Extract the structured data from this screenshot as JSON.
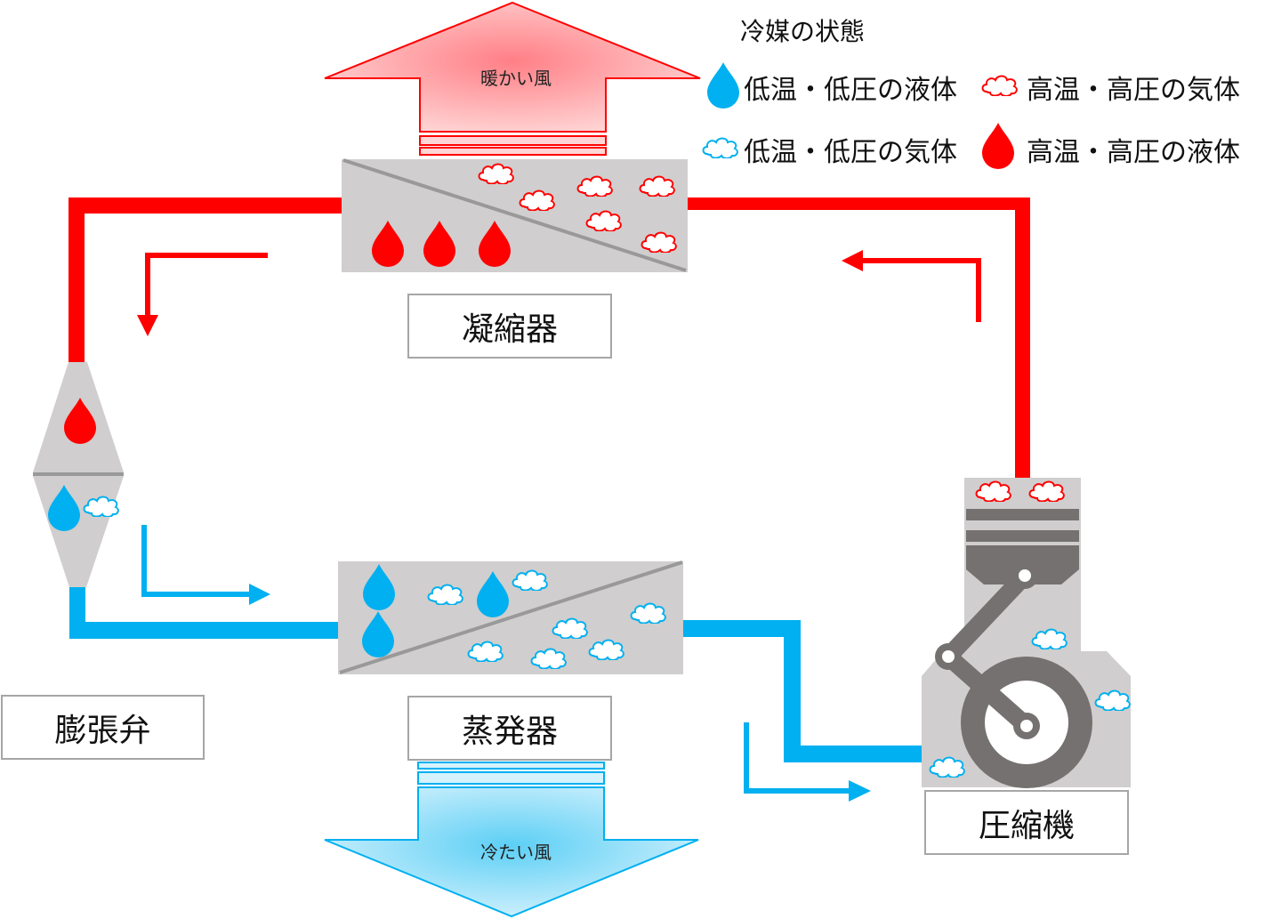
{
  "legend": {
    "title": "冷媒の状態",
    "items": [
      {
        "label": "低温・低圧の液体",
        "icon": "blue-drop-icon"
      },
      {
        "label": "高温・高圧の気体",
        "icon": "red-cloud-icon"
      },
      {
        "label": "低温・低圧の気体",
        "icon": "blue-cloud-icon"
      },
      {
        "label": "高温・高圧の液体",
        "icon": "red-drop-icon"
      }
    ]
  },
  "components": {
    "condenser": "凝縮器",
    "evaporator": "蒸発器",
    "expansion_valve": "膨張弁",
    "compressor": "圧縮機"
  },
  "wind": {
    "warm": "暖かい風",
    "cold": "冷たい風"
  },
  "colors": {
    "hot": "#ff0000",
    "cold": "#00b0f0",
    "unit_gray": "#d0cece",
    "dark_gray": "#767171"
  }
}
